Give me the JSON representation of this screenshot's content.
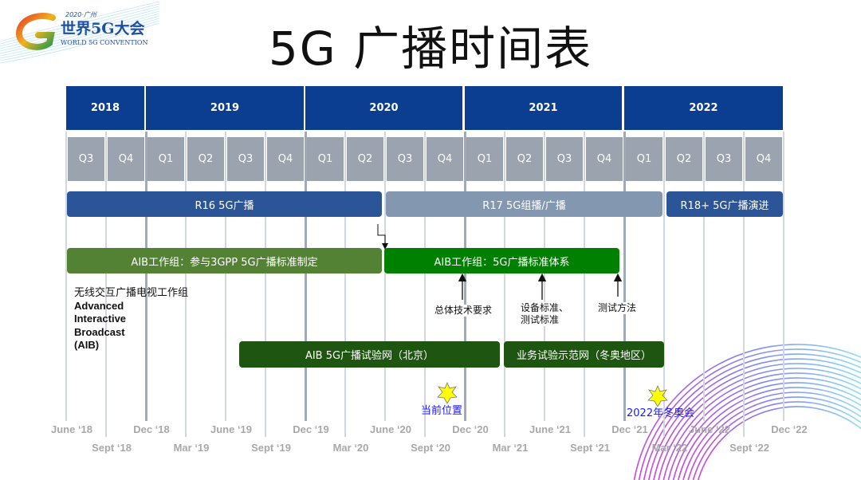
{
  "logo": {
    "line1": "2020·广州",
    "line2": "世界5G大会",
    "line3": "WORLD 5G CONVENTION"
  },
  "title": "5G 广播时间表",
  "years": [
    "2018",
    "2019",
    "2020",
    "2021",
    "2022"
  ],
  "quarters": [
    "Q3",
    "Q4",
    "Q1",
    "Q2",
    "Q3",
    "Q4",
    "Q1",
    "Q2",
    "Q3",
    "Q4",
    "Q1",
    "Q2",
    "Q3",
    "Q4",
    "Q1",
    "Q2",
    "Q3",
    "Q4"
  ],
  "bars": {
    "r16": "R16 5G广播",
    "r17": "R17 5G组播/广播",
    "r18": "R18+ 5G广播演进",
    "aib1": "AIB工作组：参与3GPP 5G广播标准制定",
    "aib2": "AIB工作组：5G广播标准体系",
    "trial1": "AIB 5G广播试验网（北京）",
    "trial2": "业务试验示范网（冬奥地区）"
  },
  "aib_desc": {
    "cn": "无线交互广播电视工作组",
    "en1": "Advanced",
    "en2": "Interactive",
    "en3": "Broadcast",
    "en4": "(AIB)"
  },
  "milestones": {
    "m1": "总体技术要求",
    "m2a": "设备标准、",
    "m2b": "测试标准",
    "m3": "测试方法"
  },
  "markers": {
    "current": "当前位置",
    "olympics": "2022年冬奥会"
  },
  "months": [
    "June ‘18",
    "Sept ‘18",
    "Dec ‘18",
    "Mar ‘19",
    "June ‘19",
    "Sept ‘19",
    "Dec ‘19",
    "Mar ‘20",
    "June ‘20",
    "Sept ‘20",
    "Dec ‘20",
    "Mar ‘21",
    "June ‘21",
    "Sept ‘21",
    "Dec ‘21",
    "Mar ‘22",
    "June ‘22",
    "Sept ‘22",
    "Dec ‘22"
  ],
  "colors": {
    "year_header": "#0b3d91",
    "quarter": "#9aa3ae",
    "r16": "#2b5597",
    "r17": "#8497b0",
    "aib1": "#548235",
    "aib2": "#008000",
    "trial": "#1e5510",
    "marker_text": "#1a1aff",
    "star": "#ffff00"
  }
}
